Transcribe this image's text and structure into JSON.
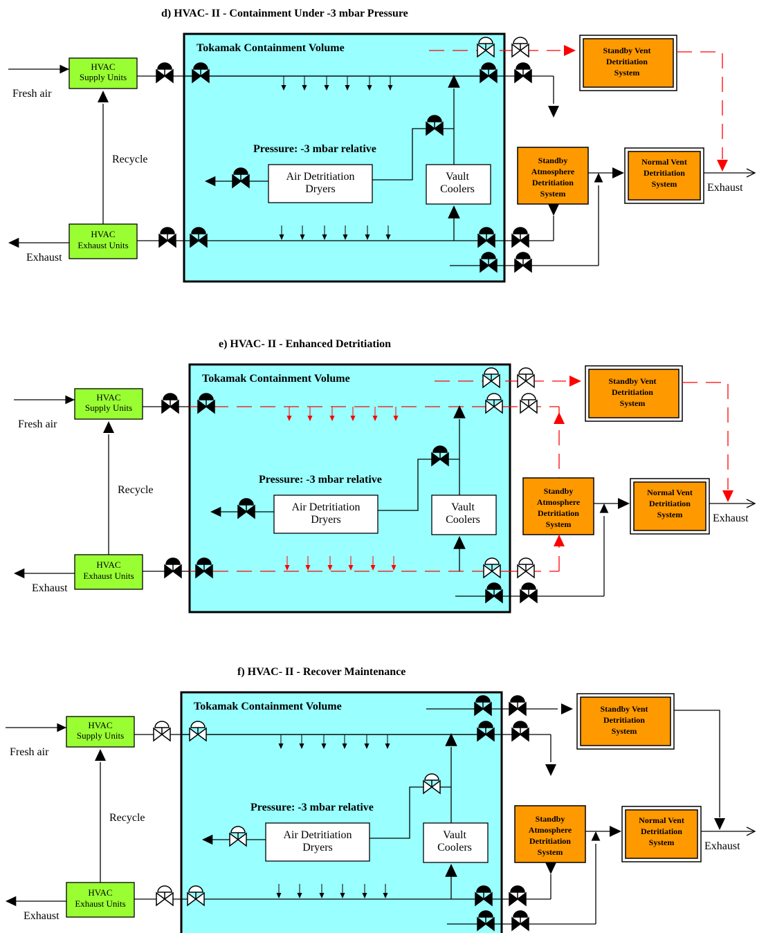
{
  "colors": {
    "containment": "#99ffff",
    "hvac_box": "#99ff33",
    "detritiation_box": "#ff9900",
    "active_line": "#000000",
    "standby_line": "#ff0000"
  },
  "labels": {
    "fresh_air": "Fresh air",
    "recycle": "Recycle",
    "exhaust": "Exhaust",
    "tokamak": "Tokamak Containment Volume",
    "pressure": "Pressure: -3 mbar relative",
    "hvac_supply": [
      "HVAC",
      "Supply Units"
    ],
    "hvac_exhaust": [
      "HVAC",
      "Exhaust Units"
    ],
    "air_dryers": [
      "Air Detritiation",
      "Dryers"
    ],
    "vault_coolers": [
      "Vault",
      "Coolers"
    ],
    "standby_vent": [
      "Standby Vent",
      "Detritiation",
      "System"
    ],
    "normal_vent": [
      "Normal Vent",
      "Detritiation",
      "System"
    ],
    "standby_atmosphere": [
      "Standby",
      "Atmosphere",
      "Detritiation",
      "System"
    ]
  },
  "panels": [
    {
      "id": "d",
      "title": "d) HVAC-  II - Containment Under -3 mbar Pressure",
      "mode": "containment"
    },
    {
      "id": "e",
      "title": "e) HVAC-  II - Enhanced Detritiation",
      "mode": "enhanced"
    },
    {
      "id": "f",
      "title": "f) HVAC-  II - Recover Maintenance",
      "mode": "maintenance"
    }
  ]
}
